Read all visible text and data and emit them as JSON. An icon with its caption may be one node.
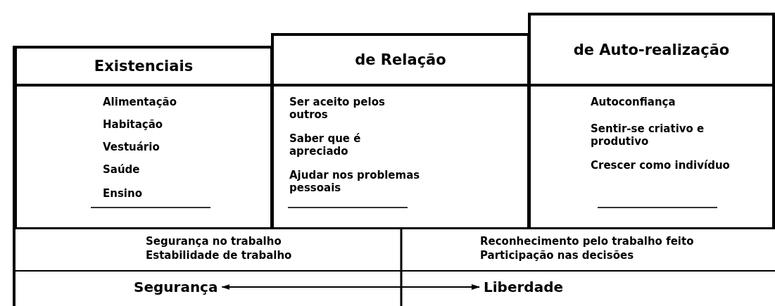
{
  "diagram": {
    "nodes": [
      {
        "text": [
          "Existenciais",
          "Alimentação",
          "Habitação",
          "Vestuário",
          "Saúde",
          "Ensino"
        ]
      },
      {
        "text": [
          "de Relação",
          "Ser aceito pelos outros",
          "Saber que é apreciado",
          "Ajudar nos problemas pessoais"
        ]
      },
      {
        "text": [
          "de Auto-realização",
          "Autoconfiança",
          "Sentir-se criativo e produtivo",
          "Crescer como indivíduo"
        ]
      },
      {
        "text": [
          "Segurança no trabalho",
          "Estabilidade de trabalho"
        ]
      },
      {
        "text": [
          "Reconhecimento pelo trabalho feito",
          "Participação nas decisões"
        ]
      },
      {
        "text": [
          "Segurança"
        ]
      },
      {
        "text": [
          "Liberdade"
        ]
      }
    ],
    "edges": [
      {
        "from": 5,
        "to": 6,
        "arrow": "both"
      }
    ]
  }
}
